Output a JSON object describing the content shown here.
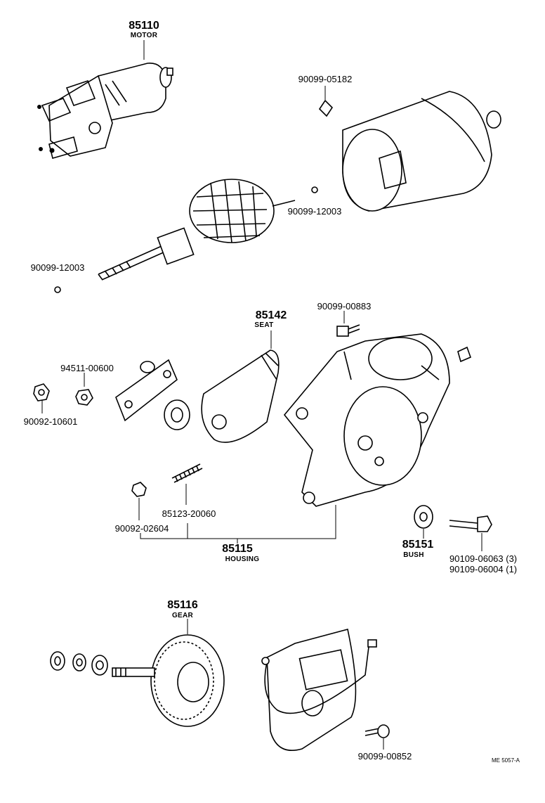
{
  "diagram": {
    "code": "ME 5057-A",
    "parts": {
      "motor": {
        "number": "85110",
        "name": "MOTOR"
      },
      "clip_top": {
        "number": "90099-05182"
      },
      "ball_right": {
        "number": "90099-12003"
      },
      "ball_left": {
        "number": "90099-12003"
      },
      "seat": {
        "number": "85142",
        "name": "SEAT"
      },
      "screw_top": {
        "number": "90099-00883"
      },
      "washer": {
        "number": "94511-00600"
      },
      "nut_left": {
        "number": "90092-10601"
      },
      "nut_small": {
        "number": "90092-02604"
      },
      "stud": {
        "number": "85123-20060"
      },
      "housing": {
        "number": "85115",
        "name": "HOUSING"
      },
      "bush": {
        "number": "85151",
        "name": "BUSH"
      },
      "bolt_a": {
        "number": "90109-06063 (3)"
      },
      "bolt_b": {
        "number": "90109-06004 (1)"
      },
      "gear": {
        "number": "85116",
        "name": "GEAR"
      },
      "screw_bottom": {
        "number": "90099-00852"
      }
    }
  }
}
